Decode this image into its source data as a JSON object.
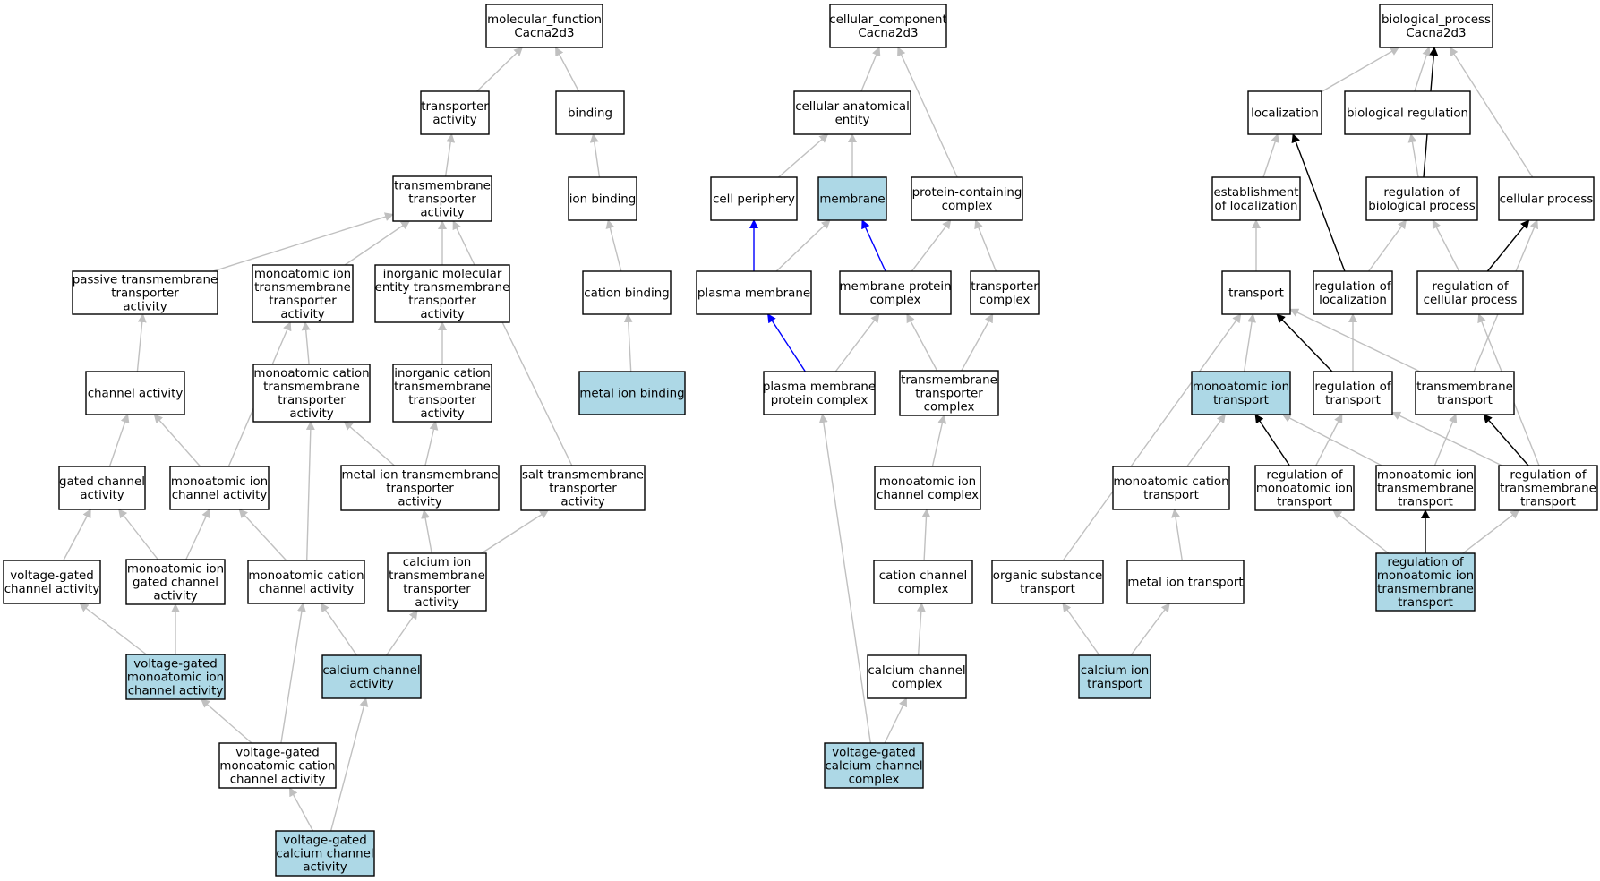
{
  "colors": {
    "highlight_fill": "#add8e6",
    "default_fill": "#ffffff",
    "gray_edge": "#c0c0c0",
    "blue_edge": "#0000ff",
    "black_edge": "#000000"
  },
  "nodes": [
    {
      "id": "mf",
      "lines": [
        "molecular_function",
        "Cacna2d3"
      ],
      "highlight": false
    },
    {
      "id": "transporter_activity",
      "lines": [
        "transporter",
        "activity"
      ],
      "highlight": false
    },
    {
      "id": "binding",
      "lines": [
        "binding"
      ],
      "highlight": false
    },
    {
      "id": "tm_transporter_activity",
      "lines": [
        "transmembrane",
        "transporter",
        "activity"
      ],
      "highlight": false
    },
    {
      "id": "ion_binding",
      "lines": [
        "ion binding"
      ],
      "highlight": false
    },
    {
      "id": "passive_tm",
      "lines": [
        "passive transmembrane",
        "transporter",
        "activity"
      ],
      "highlight": false
    },
    {
      "id": "mono_ion_tm_transporter",
      "lines": [
        "monoatomic ion",
        "transmembrane",
        "transporter",
        "activity"
      ],
      "highlight": false
    },
    {
      "id": "inorg_mol_tm",
      "lines": [
        "inorganic molecular",
        "entity transmembrane",
        "transporter",
        "activity"
      ],
      "highlight": false
    },
    {
      "id": "cation_binding",
      "lines": [
        "cation binding"
      ],
      "highlight": false
    },
    {
      "id": "channel_activity",
      "lines": [
        "channel activity"
      ],
      "highlight": false
    },
    {
      "id": "mono_cation_tm_transporter",
      "lines": [
        "monoatomic cation",
        "transmembrane",
        "transporter",
        "activity"
      ],
      "highlight": false
    },
    {
      "id": "inorg_cation_tm",
      "lines": [
        "inorganic cation",
        "transmembrane",
        "transporter",
        "activity"
      ],
      "highlight": false
    },
    {
      "id": "metal_ion_binding",
      "lines": [
        "metal ion binding"
      ],
      "highlight": true
    },
    {
      "id": "gated_channel",
      "lines": [
        "gated channel",
        "activity"
      ],
      "highlight": false
    },
    {
      "id": "mono_ion_channel",
      "lines": [
        "monoatomic ion",
        "channel activity"
      ],
      "highlight": false
    },
    {
      "id": "metal_ion_tm_transporter",
      "lines": [
        "metal ion transmembrane",
        "transporter",
        "activity"
      ],
      "highlight": false
    },
    {
      "id": "salt_tm_transporter",
      "lines": [
        "salt transmembrane",
        "transporter",
        "activity"
      ],
      "highlight": false
    },
    {
      "id": "vg_channel",
      "lines": [
        "voltage-gated",
        "channel activity"
      ],
      "highlight": false
    },
    {
      "id": "mono_ion_gated_channel",
      "lines": [
        "monoatomic ion",
        "gated channel",
        "activity"
      ],
      "highlight": false
    },
    {
      "id": "mono_cation_channel",
      "lines": [
        "monoatomic cation",
        "channel activity"
      ],
      "highlight": false
    },
    {
      "id": "calcium_ion_tm_transporter",
      "lines": [
        "calcium ion",
        "transmembrane",
        "transporter",
        "activity"
      ],
      "highlight": false
    },
    {
      "id": "vg_mono_ion_channel",
      "lines": [
        "voltage-gated",
        "monoatomic ion",
        "channel activity"
      ],
      "highlight": true
    },
    {
      "id": "calcium_channel_activity",
      "lines": [
        "calcium channel",
        "activity"
      ],
      "highlight": true
    },
    {
      "id": "vg_mono_cation_channel",
      "lines": [
        "voltage-gated",
        "monoatomic cation",
        "channel activity"
      ],
      "highlight": false
    },
    {
      "id": "vg_calcium_channel_activity",
      "lines": [
        "voltage-gated",
        "calcium channel",
        "activity"
      ],
      "highlight": true
    },
    {
      "id": "cc",
      "lines": [
        "cellular_component",
        "Cacna2d3"
      ],
      "highlight": false
    },
    {
      "id": "cell_anat_entity",
      "lines": [
        "cellular anatomical",
        "entity"
      ],
      "highlight": false
    },
    {
      "id": "cell_periphery",
      "lines": [
        "cell periphery"
      ],
      "highlight": false
    },
    {
      "id": "membrane",
      "lines": [
        "membrane"
      ],
      "highlight": true
    },
    {
      "id": "protein_containing_complex",
      "lines": [
        "protein-containing",
        "complex"
      ],
      "highlight": false
    },
    {
      "id": "plasma_membrane",
      "lines": [
        "plasma membrane"
      ],
      "highlight": false
    },
    {
      "id": "membrane_protein_complex",
      "lines": [
        "membrane protein",
        "complex"
      ],
      "highlight": false
    },
    {
      "id": "transporter_complex",
      "lines": [
        "transporter",
        "complex"
      ],
      "highlight": false
    },
    {
      "id": "pm_protein_complex",
      "lines": [
        "plasma membrane",
        "protein complex"
      ],
      "highlight": false
    },
    {
      "id": "tm_transporter_complex",
      "lines": [
        "transmembrane",
        "transporter",
        "complex"
      ],
      "highlight": false
    },
    {
      "id": "mono_ion_channel_complex",
      "lines": [
        "monoatomic ion",
        "channel complex"
      ],
      "highlight": false
    },
    {
      "id": "cation_channel_complex",
      "lines": [
        "cation channel",
        "complex"
      ],
      "highlight": false
    },
    {
      "id": "calcium_channel_complex",
      "lines": [
        "calcium channel",
        "complex"
      ],
      "highlight": false
    },
    {
      "id": "vg_calcium_channel_complex",
      "lines": [
        "voltage-gated",
        "calcium channel",
        "complex"
      ],
      "highlight": true
    },
    {
      "id": "bp",
      "lines": [
        "biological_process",
        "Cacna2d3"
      ],
      "highlight": false
    },
    {
      "id": "localization",
      "lines": [
        "localization"
      ],
      "highlight": false
    },
    {
      "id": "biological_regulation",
      "lines": [
        "biological regulation"
      ],
      "highlight": false
    },
    {
      "id": "est_localization",
      "lines": [
        "establishment",
        "of localization"
      ],
      "highlight": false
    },
    {
      "id": "reg_bio_process",
      "lines": [
        "regulation of",
        "biological process"
      ],
      "highlight": false
    },
    {
      "id": "cellular_process",
      "lines": [
        "cellular process"
      ],
      "highlight": false
    },
    {
      "id": "transport",
      "lines": [
        "transport"
      ],
      "highlight": false
    },
    {
      "id": "reg_localization",
      "lines": [
        "regulation of",
        "localization"
      ],
      "highlight": false
    },
    {
      "id": "reg_cellular_process",
      "lines": [
        "regulation of",
        "cellular process"
      ],
      "highlight": false
    },
    {
      "id": "mono_ion_transport",
      "lines": [
        "monoatomic ion",
        "transport"
      ],
      "highlight": true
    },
    {
      "id": "reg_transport",
      "lines": [
        "regulation of",
        "transport"
      ],
      "highlight": false
    },
    {
      "id": "tm_transport",
      "lines": [
        "transmembrane",
        "transport"
      ],
      "highlight": false
    },
    {
      "id": "mono_cation_transport",
      "lines": [
        "monoatomic cation",
        "transport"
      ],
      "highlight": false
    },
    {
      "id": "reg_mono_ion_transport",
      "lines": [
        "regulation of",
        "monoatomic ion",
        "transport"
      ],
      "highlight": false
    },
    {
      "id": "mono_ion_tm_transport",
      "lines": [
        "monoatomic ion",
        "transmembrane",
        "transport"
      ],
      "highlight": false
    },
    {
      "id": "reg_tm_transport",
      "lines": [
        "regulation of",
        "transmembrane",
        "transport"
      ],
      "highlight": false
    },
    {
      "id": "organic_substance_transport",
      "lines": [
        "organic substance",
        "transport"
      ],
      "highlight": false
    },
    {
      "id": "metal_ion_transport",
      "lines": [
        "metal ion transport"
      ],
      "highlight": false
    },
    {
      "id": "reg_mono_ion_tm_transport",
      "lines": [
        "regulation of",
        "monoatomic ion",
        "transmembrane",
        "transport"
      ],
      "highlight": true
    },
    {
      "id": "calcium_ion_transport",
      "lines": [
        "calcium ion",
        "transport"
      ],
      "highlight": true
    }
  ],
  "edges": [
    {
      "from": "transporter_activity",
      "to": "mf",
      "color": "gray"
    },
    {
      "from": "binding",
      "to": "mf",
      "color": "gray"
    },
    {
      "from": "tm_transporter_activity",
      "to": "transporter_activity",
      "color": "gray"
    },
    {
      "from": "ion_binding",
      "to": "binding",
      "color": "gray"
    },
    {
      "from": "cation_binding",
      "to": "ion_binding",
      "color": "gray"
    },
    {
      "from": "metal_ion_binding",
      "to": "cation_binding",
      "color": "gray"
    },
    {
      "from": "passive_tm",
      "to": "tm_transporter_activity",
      "color": "gray"
    },
    {
      "from": "mono_ion_tm_transporter",
      "to": "tm_transporter_activity",
      "color": "gray"
    },
    {
      "from": "inorg_mol_tm",
      "to": "tm_transporter_activity",
      "color": "gray"
    },
    {
      "from": "salt_tm_transporter",
      "to": "tm_transporter_activity",
      "color": "gray"
    },
    {
      "from": "channel_activity",
      "to": "passive_tm",
      "color": "gray"
    },
    {
      "from": "mono_cation_tm_transporter",
      "to": "mono_ion_tm_transporter",
      "color": "gray"
    },
    {
      "from": "mono_ion_channel",
      "to": "mono_ion_tm_transporter",
      "color": "gray"
    },
    {
      "from": "inorg_cation_tm",
      "to": "inorg_mol_tm",
      "color": "gray"
    },
    {
      "from": "gated_channel",
      "to": "channel_activity",
      "color": "gray"
    },
    {
      "from": "mono_ion_channel",
      "to": "channel_activity",
      "color": "gray"
    },
    {
      "from": "mono_cation_channel",
      "to": "mono_cation_tm_transporter",
      "color": "gray"
    },
    {
      "from": "metal_ion_tm_transporter",
      "to": "mono_cation_tm_transporter",
      "color": "gray"
    },
    {
      "from": "metal_ion_tm_transporter",
      "to": "inorg_cation_tm",
      "color": "gray"
    },
    {
      "from": "vg_channel",
      "to": "gated_channel",
      "color": "gray"
    },
    {
      "from": "mono_ion_gated_channel",
      "to": "gated_channel",
      "color": "gray"
    },
    {
      "from": "mono_ion_gated_channel",
      "to": "mono_ion_channel",
      "color": "gray"
    },
    {
      "from": "mono_cation_channel",
      "to": "mono_ion_channel",
      "color": "gray"
    },
    {
      "from": "calcium_ion_tm_transporter",
      "to": "metal_ion_tm_transporter",
      "color": "gray"
    },
    {
      "from": "calcium_ion_tm_transporter",
      "to": "salt_tm_transporter",
      "color": "gray"
    },
    {
      "from": "vg_mono_ion_channel",
      "to": "vg_channel",
      "color": "gray"
    },
    {
      "from": "vg_mono_ion_channel",
      "to": "mono_ion_gated_channel",
      "color": "gray"
    },
    {
      "from": "calcium_channel_activity",
      "to": "mono_cation_channel",
      "color": "gray"
    },
    {
      "from": "calcium_channel_activity",
      "to": "calcium_ion_tm_transporter",
      "color": "gray"
    },
    {
      "from": "vg_mono_cation_channel",
      "to": "vg_mono_ion_channel",
      "color": "gray"
    },
    {
      "from": "vg_mono_cation_channel",
      "to": "mono_cation_channel",
      "color": "gray"
    },
    {
      "from": "vg_calcium_channel_activity",
      "to": "vg_mono_cation_channel",
      "color": "gray"
    },
    {
      "from": "vg_calcium_channel_activity",
      "to": "calcium_channel_activity",
      "color": "gray"
    },
    {
      "from": "cell_anat_entity",
      "to": "cc",
      "color": "gray"
    },
    {
      "from": "protein_containing_complex",
      "to": "cc",
      "color": "gray"
    },
    {
      "from": "cell_periphery",
      "to": "cell_anat_entity",
      "color": "gray"
    },
    {
      "from": "membrane",
      "to": "cell_anat_entity",
      "color": "gray"
    },
    {
      "from": "plasma_membrane",
      "to": "cell_periphery",
      "color": "blue"
    },
    {
      "from": "plasma_membrane",
      "to": "membrane",
      "color": "gray"
    },
    {
      "from": "membrane_protein_complex",
      "to": "membrane",
      "color": "blue"
    },
    {
      "from": "membrane_protein_complex",
      "to": "protein_containing_complex",
      "color": "gray"
    },
    {
      "from": "transporter_complex",
      "to": "protein_containing_complex",
      "color": "gray"
    },
    {
      "from": "pm_protein_complex",
      "to": "plasma_membrane",
      "color": "blue"
    },
    {
      "from": "pm_protein_complex",
      "to": "membrane_protein_complex",
      "color": "gray"
    },
    {
      "from": "tm_transporter_complex",
      "to": "membrane_protein_complex",
      "color": "gray"
    },
    {
      "from": "tm_transporter_complex",
      "to": "transporter_complex",
      "color": "gray"
    },
    {
      "from": "mono_ion_channel_complex",
      "to": "tm_transporter_complex",
      "color": "gray"
    },
    {
      "from": "cation_channel_complex",
      "to": "mono_ion_channel_complex",
      "color": "gray"
    },
    {
      "from": "calcium_channel_complex",
      "to": "cation_channel_complex",
      "color": "gray"
    },
    {
      "from": "vg_calcium_channel_complex",
      "to": "calcium_channel_complex",
      "color": "gray"
    },
    {
      "from": "vg_calcium_channel_complex",
      "to": "pm_protein_complex",
      "color": "gray"
    },
    {
      "from": "localization",
      "to": "bp",
      "color": "gray"
    },
    {
      "from": "biological_regulation",
      "to": "bp",
      "color": "gray"
    },
    {
      "from": "reg_bio_process",
      "to": "bp",
      "color": "black"
    },
    {
      "from": "cellular_process",
      "to": "bp",
      "color": "gray"
    },
    {
      "from": "est_localization",
      "to": "localization",
      "color": "gray"
    },
    {
      "from": "reg_bio_process",
      "to": "biological_regulation",
      "color": "gray"
    },
    {
      "from": "transport",
      "to": "est_localization",
      "color": "gray"
    },
    {
      "from": "reg_localization",
      "to": "localization",
      "color": "black"
    },
    {
      "from": "reg_localization",
      "to": "reg_bio_process",
      "color": "gray"
    },
    {
      "from": "reg_cellular_process",
      "to": "reg_bio_process",
      "color": "gray"
    },
    {
      "from": "reg_cellular_process",
      "to": "cellular_process",
      "color": "black"
    },
    {
      "from": "mono_ion_transport",
      "to": "transport",
      "color": "gray"
    },
    {
      "from": "organic_substance_transport",
      "to": "transport",
      "color": "gray"
    },
    {
      "from": "reg_transport",
      "to": "transport",
      "color": "black"
    },
    {
      "from": "reg_transport",
      "to": "reg_localization",
      "color": "gray"
    },
    {
      "from": "tm_transport",
      "to": "transport",
      "color": "gray"
    },
    {
      "from": "tm_transport",
      "to": "cellular_process",
      "color": "gray"
    },
    {
      "from": "mono_cation_transport",
      "to": "mono_ion_transport",
      "color": "gray"
    },
    {
      "from": "reg_mono_ion_transport",
      "to": "mono_ion_transport",
      "color": "black"
    },
    {
      "from": "reg_mono_ion_transport",
      "to": "reg_transport",
      "color": "gray"
    },
    {
      "from": "mono_ion_tm_transport",
      "to": "mono_ion_transport",
      "color": "gray"
    },
    {
      "from": "mono_ion_tm_transport",
      "to": "tm_transport",
      "color": "gray"
    },
    {
      "from": "reg_tm_transport",
      "to": "reg_transport",
      "color": "gray"
    },
    {
      "from": "reg_tm_transport",
      "to": "tm_transport",
      "color": "black"
    },
    {
      "from": "reg_tm_transport",
      "to": "reg_cellular_process",
      "color": "gray"
    },
    {
      "from": "metal_ion_transport",
      "to": "mono_cation_transport",
      "color": "gray"
    },
    {
      "from": "reg_mono_ion_tm_transport",
      "to": "reg_mono_ion_transport",
      "color": "gray"
    },
    {
      "from": "reg_mono_ion_tm_transport",
      "to": "mono_ion_tm_transport",
      "color": "black"
    },
    {
      "from": "reg_mono_ion_tm_transport",
      "to": "reg_tm_transport",
      "color": "gray"
    },
    {
      "from": "calcium_ion_transport",
      "to": "organic_substance_transport",
      "color": "gray"
    },
    {
      "from": "calcium_ion_transport",
      "to": "metal_ion_transport",
      "color": "gray"
    }
  ]
}
